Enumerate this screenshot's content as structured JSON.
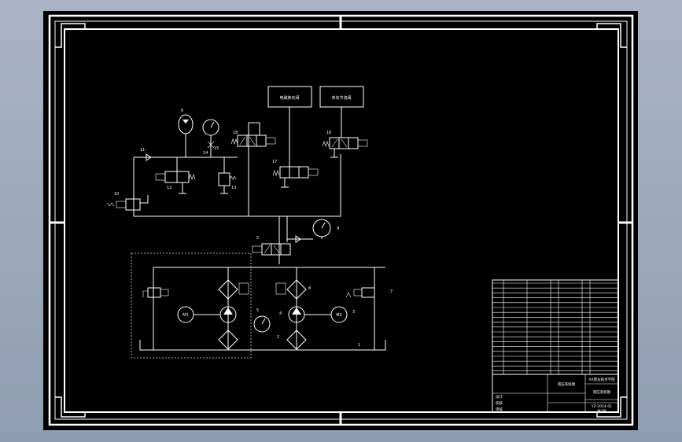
{
  "diagram": {
    "boxes": {
      "left": "电磁换向阀",
      "right": "单向节流阀"
    },
    "labels": {
      "n1": "1",
      "n2": "2",
      "n3": "3",
      "n4": "4",
      "n5": "5",
      "n6": "6",
      "n7": "7",
      "n8": "8",
      "n9": "9",
      "n10": "10",
      "n11": "11",
      "n12": "12",
      "n13": "13",
      "n14": "14",
      "n15": "15",
      "n16": "16",
      "n17": "17",
      "n18": "18"
    },
    "motor_left": "M1",
    "motor_right": "M2"
  },
  "title_block": {
    "drawing_name_1": "液压系统图",
    "drawing_name_2": "液压系统图",
    "school": "XX职业技术学院",
    "drawing_no": "YZ-2014-01",
    "sheet": "共1张",
    "row_labels": [
      "设计",
      "校核",
      "审核"
    ]
  }
}
